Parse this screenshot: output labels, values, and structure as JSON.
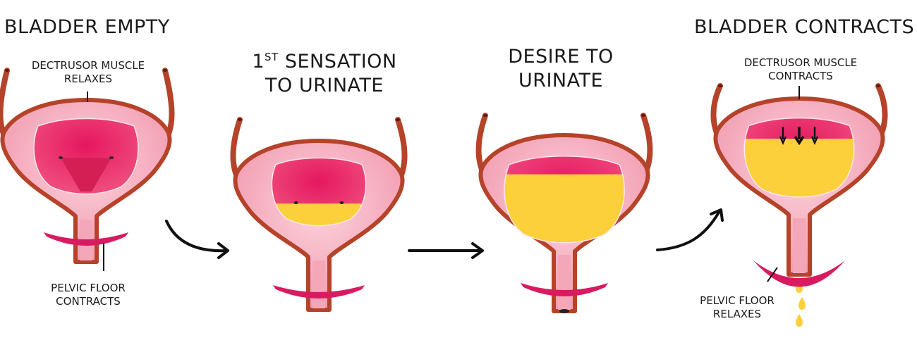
{
  "stages": [
    {
      "title": "BLADDER EMPTY",
      "top_label": "DECTRUSOR MUSCLE RELAXES",
      "bottom_label": "PELVIC FLOOR CONTRACTS",
      "fill_level": 0
    },
    {
      "title_prefix": "1",
      "title_sup": "ST",
      "title_line1": "SENSATION",
      "title_line2": "TO URINATE",
      "fill_level": 0.35
    },
    {
      "title_line1": "DESIRE TO",
      "title_line2": "URINATE",
      "fill_level": 0.8
    },
    {
      "title": "BLADDER CONTRACTS",
      "top_label": "DECTRUSOR MUSCLE CONTRACTS",
      "bottom_label": "PELVIC FLOOR RELAXES",
      "fill_level": 0.75
    }
  ],
  "colors": {
    "wall": "#b5432a",
    "tissue": "#f5b8c6",
    "cavity": "#e6336d",
    "urine": "#fbd03a",
    "muscle": "#d81b60"
  }
}
